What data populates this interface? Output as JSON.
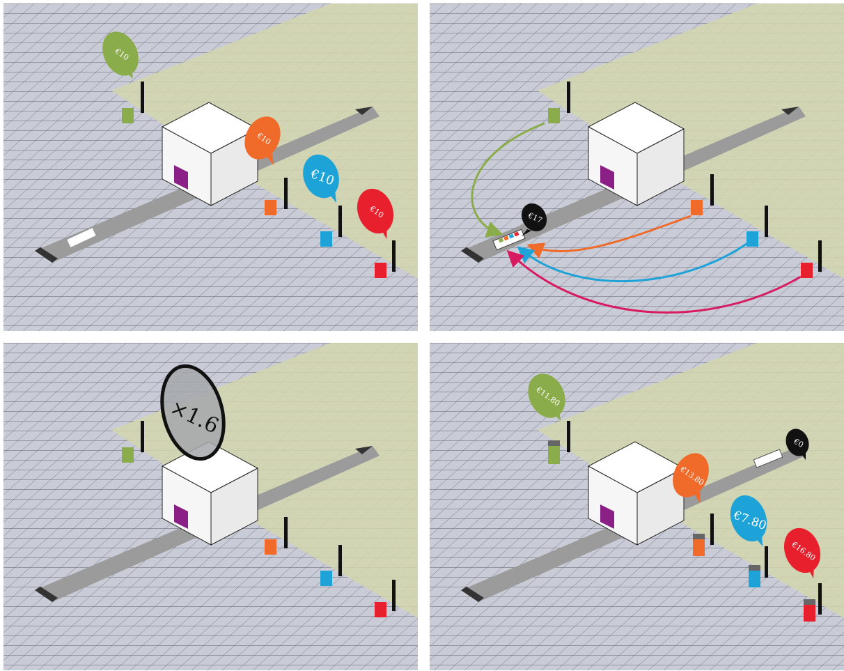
{
  "colors": {
    "grid_bg": "#c9ccd6",
    "grid_line": "#5f6270",
    "field": "#d4d6ae",
    "belt": "#9b9b9b",
    "cube_top": "#ffffff",
    "cube_side": "#eeeeee",
    "tunnel": "#8a1f86",
    "green": "#8aac4a",
    "orange": "#f06a2a",
    "blue": "#1da3d8",
    "red": "#e8202e",
    "black": "#111111"
  },
  "panels": [
    {
      "id": "p1",
      "bubbles": [
        {
          "label": "€10",
          "color": "green"
        },
        {
          "label": "€10",
          "color": "orange"
        },
        {
          "label": "€10",
          "color": "blue"
        },
        {
          "label": "€10",
          "color": "red"
        }
      ]
    },
    {
      "id": "p2",
      "bubbles": [
        {
          "label": "€17",
          "color": "black"
        }
      ]
    },
    {
      "id": "p3",
      "multiplier": "×1.6"
    },
    {
      "id": "p4",
      "bubbles": [
        {
          "label": "€11.80",
          "color": "green"
        },
        {
          "label": "€13.80",
          "color": "orange"
        },
        {
          "label": "€7.80",
          "color": "blue"
        },
        {
          "label": "€16.80",
          "color": "red"
        },
        {
          "label": "€0",
          "color": "black"
        }
      ]
    }
  ]
}
